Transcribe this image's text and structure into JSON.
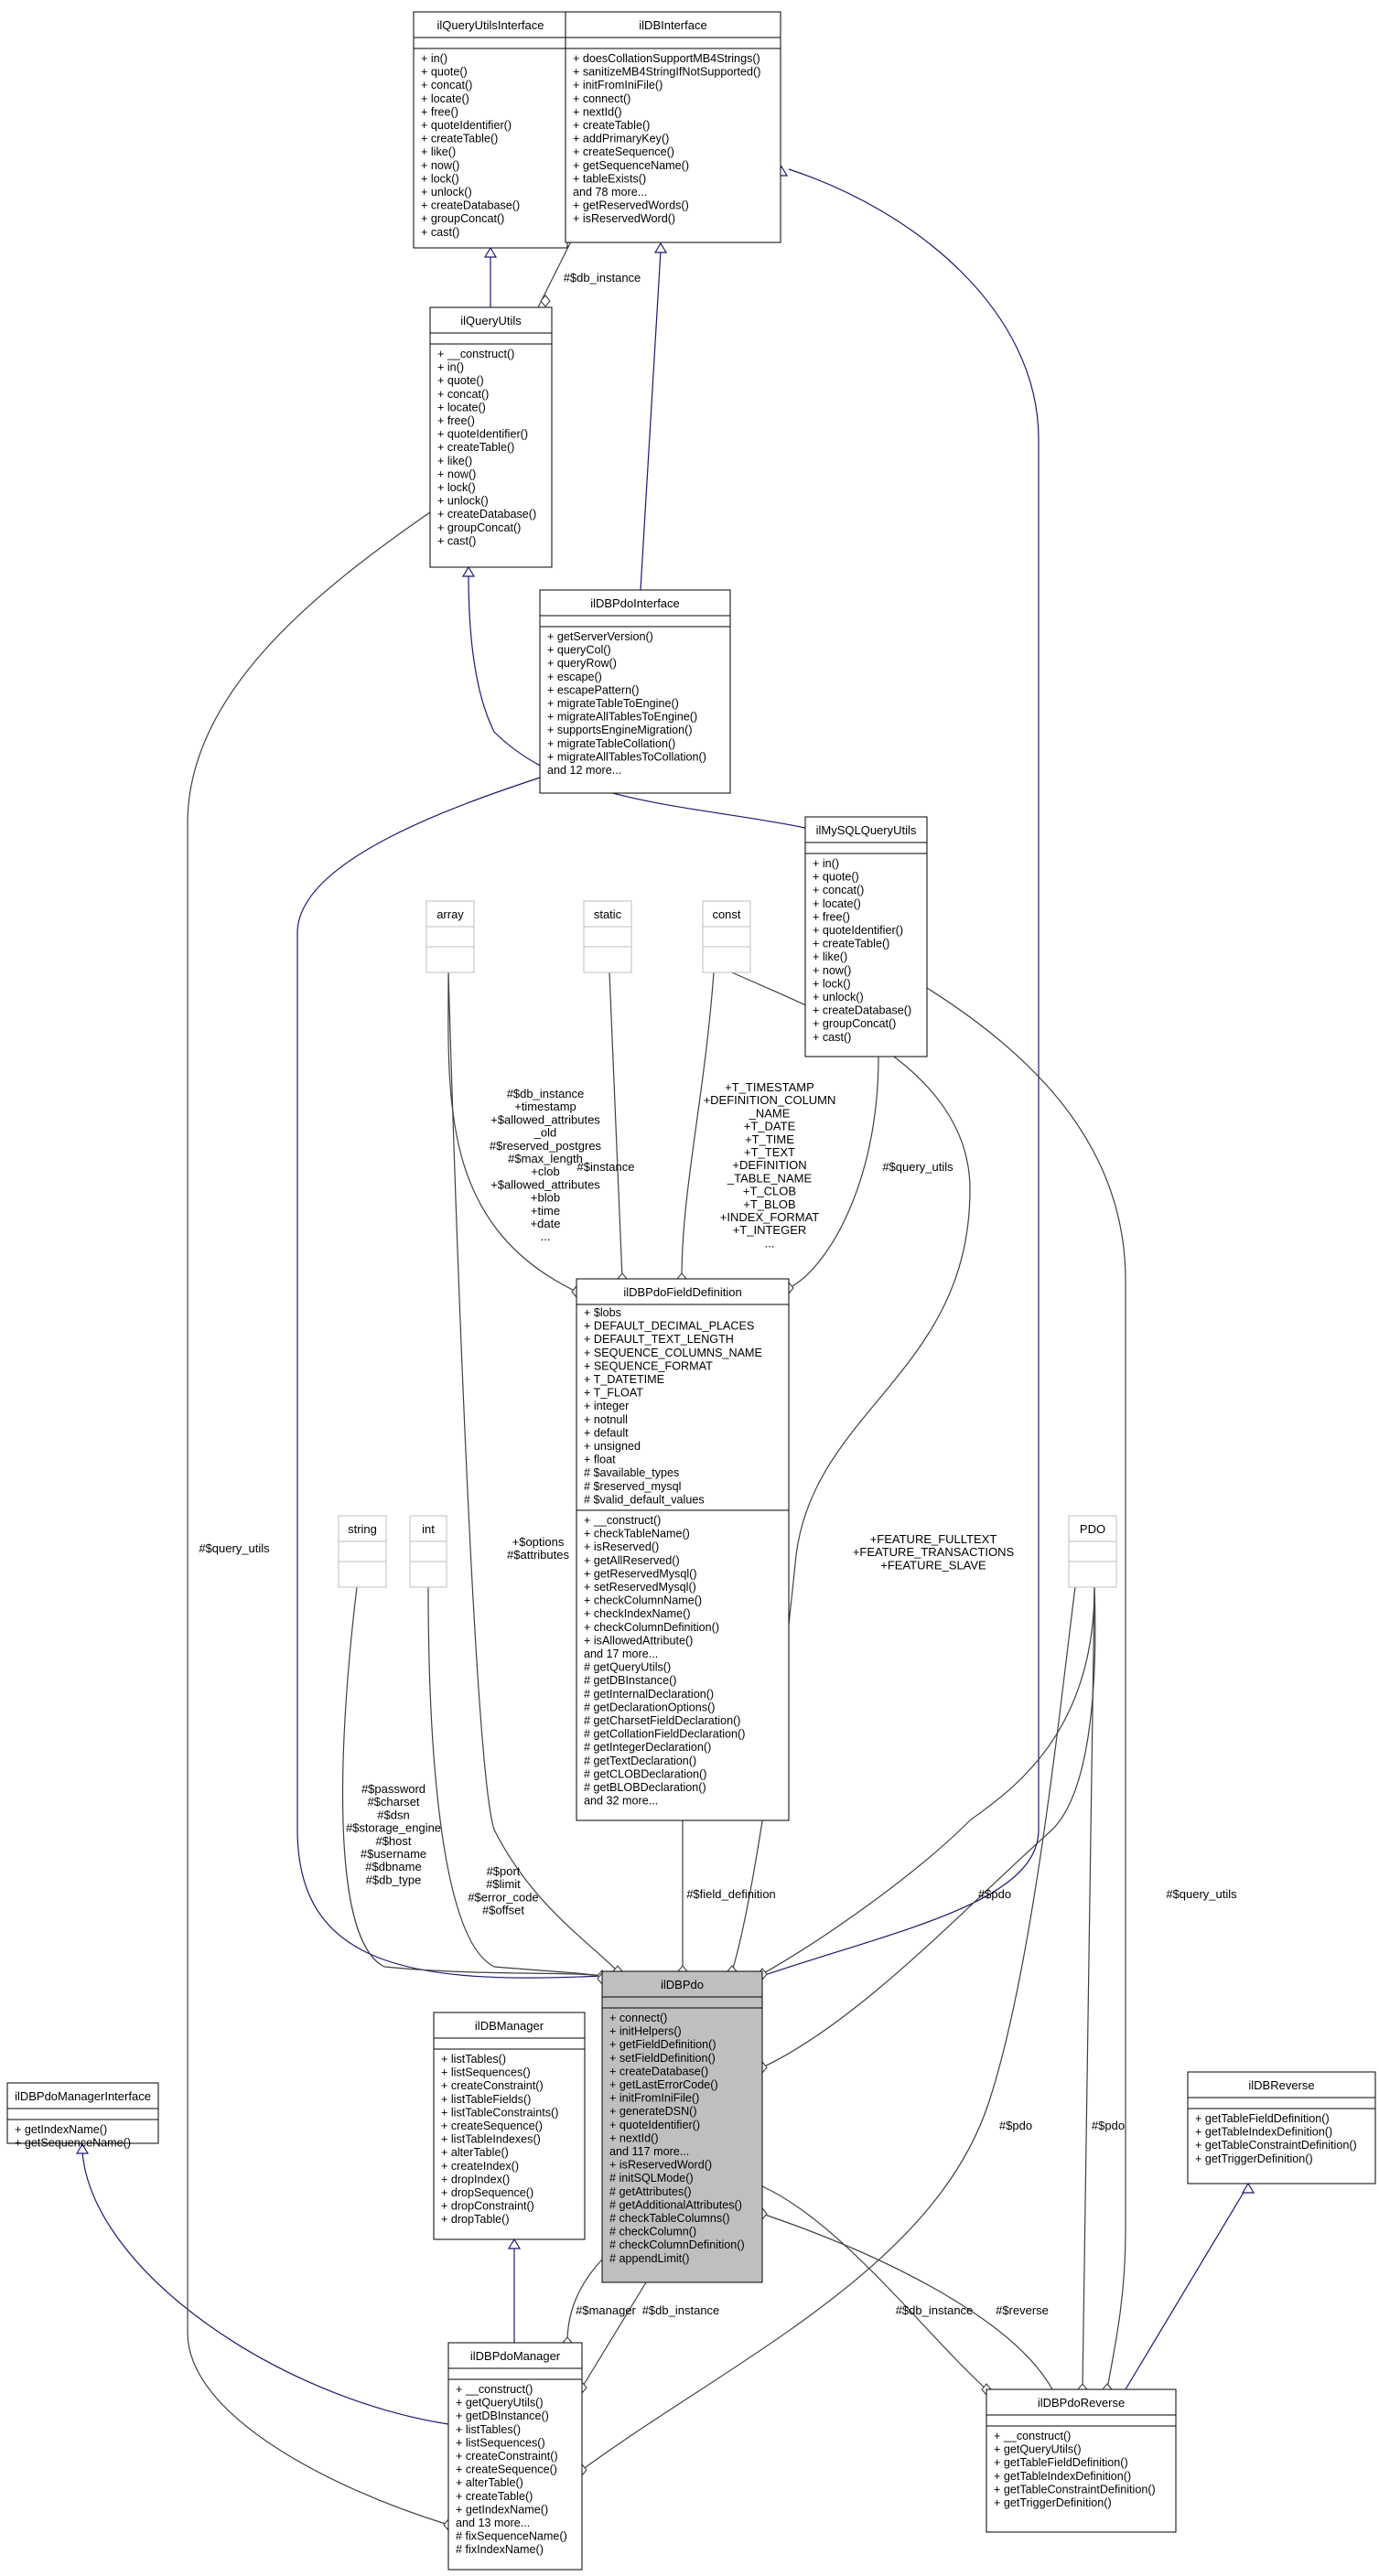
{
  "classes": [
    {
      "id": "ilQueryUtilsInterface",
      "title": "ilQueryUtilsInterface",
      "highlight": false,
      "attributes": [],
      "methods": [
        "+ in()",
        "+ quote()",
        "+ concat()",
        "+ locate()",
        "+ free()",
        "+ quoteIdentifier()",
        "+ createTable()",
        "+ like()",
        "+ now()",
        "+ lock()",
        "+ unlock()",
        "+ createDatabase()",
        "+ groupConcat()",
        "+ cast()"
      ]
    },
    {
      "id": "ilDBInterface",
      "title": "ilDBInterface",
      "highlight": false,
      "attributes": [],
      "methods": [
        "+ doesCollationSupportMB4Strings()",
        "+ sanitizeMB4StringIfNotSupported()",
        "+ initFromIniFile()",
        "+ connect()",
        "+ nextId()",
        "+ createTable()",
        "+ addPrimaryKey()",
        "+ createSequence()",
        "+ getSequenceName()",
        "+ tableExists()",
        "and 78 more...",
        "+ getReservedWords()",
        "+ isReservedWord()"
      ]
    },
    {
      "id": "ilQueryUtils",
      "title": "ilQueryUtils",
      "highlight": false,
      "attributes": [],
      "methods": [
        "+ __construct()",
        "+ in()",
        "+ quote()",
        "+ concat()",
        "+ locate()",
        "+ free()",
        "+ quoteIdentifier()",
        "+ createTable()",
        "+ like()",
        "+ now()",
        "+ lock()",
        "+ unlock()",
        "+ createDatabase()",
        "+ groupConcat()",
        "+ cast()"
      ]
    },
    {
      "id": "ilDBPdoInterface",
      "title": "ilDBPdoInterface",
      "highlight": false,
      "attributes": [],
      "methods": [
        "+ getServerVersion()",
        "+ queryCol()",
        "+ queryRow()",
        "+ escape()",
        "+ escapePattern()",
        "+ migrateTableToEngine()",
        "+ migrateAllTablesToEngine()",
        "+ supportsEngineMigration()",
        "+ migrateTableCollation()",
        "+ migrateAllTablesToCollation()",
        "and 12 more..."
      ]
    },
    {
      "id": "ilMySQLQueryUtils",
      "title": "ilMySQLQueryUtils",
      "highlight": false,
      "attributes": [],
      "methods": [
        "+ in()",
        "+ quote()",
        "+ concat()",
        "+ locate()",
        "+ free()",
        "+ quoteIdentifier()",
        "+ createTable()",
        "+ like()",
        "+ now()",
        "+ lock()",
        "+ unlock()",
        "+ createDatabase()",
        "+ groupConcat()",
        "+ cast()"
      ]
    },
    {
      "id": "array",
      "title": "array",
      "grey": true,
      "attributes": [],
      "methods": []
    },
    {
      "id": "static",
      "title": "static",
      "grey": true,
      "attributes": [],
      "methods": []
    },
    {
      "id": "const",
      "title": "const",
      "grey": true,
      "attributes": [],
      "methods": []
    },
    {
      "id": "string",
      "title": "string",
      "grey": true,
      "attributes": [],
      "methods": []
    },
    {
      "id": "int",
      "title": "int",
      "grey": true,
      "attributes": [],
      "methods": []
    },
    {
      "id": "PDO",
      "title": "PDO",
      "grey": true,
      "attributes": [],
      "methods": []
    },
    {
      "id": "ilDBPdoFieldDefinition",
      "title": "ilDBPdoFieldDefinition",
      "highlight": false,
      "attributes": [
        "+ $lobs",
        "+ DEFAULT_DECIMAL_PLACES",
        "+ DEFAULT_TEXT_LENGTH",
        "+ SEQUENCE_COLUMNS_NAME",
        "+ SEQUENCE_FORMAT",
        "+ T_DATETIME",
        "+ T_FLOAT",
        "+ integer",
        "+ notnull",
        "+ default",
        "+ unsigned",
        "+ float",
        "# $available_types",
        "# $reserved_mysql",
        "# $valid_default_values"
      ],
      "methods": [
        "+ __construct()",
        "+ checkTableName()",
        "+ isReserved()",
        "+ getAllReserved()",
        "+ getReservedMysql()",
        "+ setReservedMysql()",
        "+ checkColumnName()",
        "+ checkIndexName()",
        "+ checkColumnDefinition()",
        "+ isAllowedAttribute()",
        "and 17 more...",
        "# getQueryUtils()",
        "# getDBInstance()",
        "# getInternalDeclaration()",
        "# getDeclarationOptions()",
        "# getCharsetFieldDeclaration()",
        "# getCollationFieldDeclaration()",
        "# getIntegerDeclaration()",
        "# getTextDeclaration()",
        "# getCLOBDeclaration()",
        "# getBLOBDeclaration()",
        "and 32 more..."
      ]
    },
    {
      "id": "ilDBPdo",
      "title": "ilDBPdo",
      "highlight": true,
      "attributes": [],
      "methods": [
        "+ connect()",
        "+ initHelpers()",
        "+ getFieldDefinition()",
        "+ setFieldDefinition()",
        "+ createDatabase()",
        "+ getLastErrorCode()",
        "+ initFromIniFile()",
        "+ generateDSN()",
        "+ quoteIdentifier()",
        "+ nextId()",
        "and 117 more...",
        "+ isReservedWord()",
        "# initSQLMode()",
        "# getAttributes()",
        "# getAdditionalAttributes()",
        "# checkTableColumns()",
        "# checkColumn()",
        "# checkColumnDefinition()",
        "# appendLimit()"
      ]
    },
    {
      "id": "ilDBManager",
      "title": "ilDBManager",
      "highlight": false,
      "attributes": [],
      "methods": [
        "+ listTables()",
        "+ listSequences()",
        "+ createConstraint()",
        "+ listTableFields()",
        "+ listTableConstraints()",
        "+ createSequence()",
        "+ listTableIndexes()",
        "+ alterTable()",
        "+ createIndex()",
        "+ dropIndex()",
        "+ dropSequence()",
        "+ dropConstraint()",
        "+ dropTable()"
      ]
    },
    {
      "id": "ilDBPdoManagerInterface",
      "title": "ilDBPdoManagerInterface",
      "highlight": false,
      "attributes": [],
      "methods": [
        "+ getIndexName()",
        "+ getSequenceName()"
      ]
    },
    {
      "id": "ilDBReverse",
      "title": "ilDBReverse",
      "highlight": false,
      "attributes": [],
      "methods": [
        "+ getTableFieldDefinition()",
        "+ getTableIndexDefinition()",
        "+ getTableConstraintDefinition()",
        "+ getTriggerDefinition()"
      ]
    },
    {
      "id": "ilDBPdoManager",
      "title": "ilDBPdoManager",
      "highlight": false,
      "attributes": [],
      "methods": [
        "+ __construct()",
        "+ getQueryUtils()",
        "+ getDBInstance()",
        "+ listTables()",
        "+ listSequences()",
        "+ createConstraint()",
        "+ createSequence()",
        "+ alterTable()",
        "+ createTable()",
        "+ getIndexName()",
        "and 13 more...",
        "# fixSequenceName()",
        "# fixIndexName()"
      ]
    },
    {
      "id": "ilDBPdoReverse",
      "title": "ilDBPdoReverse",
      "highlight": false,
      "attributes": [],
      "methods": [
        "+ __construct()",
        "+ getQueryUtils()",
        "+ getTableFieldDefinition()",
        "+ getTableIndexDefinition()",
        "+ getTableConstraintDefinition()",
        "+ getTriggerDefinition()"
      ]
    }
  ],
  "edge_labels": [
    {
      "id": "lbl-db-instance-top",
      "lines": [
        "#$db_instance"
      ]
    },
    {
      "id": "lbl-array-fd",
      "lines": [
        "#$db_instance",
        "+timestamp",
        "+$allowed_attributes",
        "_old",
        "#$reserved_postgres",
        "#$max_length",
        "+clob",
        "+$allowed_attributes",
        "+blob",
        "+time",
        "+date",
        "..."
      ]
    },
    {
      "id": "lbl-static-fd",
      "lines": [
        "#$instance"
      ]
    },
    {
      "id": "lbl-const-fd",
      "lines": [
        "+T_TIMESTAMP",
        "+DEFINITION_COLUMN",
        "_NAME",
        "+T_DATE",
        "+T_TIME",
        "+T_TEXT",
        "+DEFINITION",
        "_TABLE_NAME",
        "+T_CLOB",
        "+T_BLOB",
        "+INDEX_FORMAT",
        "+T_INTEGER",
        "..."
      ]
    },
    {
      "id": "lbl-mysql-fd",
      "lines": [
        "#$query_utils"
      ]
    },
    {
      "id": "lbl-array-pdo",
      "lines": [
        "+$options",
        "#$attributes"
      ]
    },
    {
      "id": "lbl-const-pdo",
      "lines": [
        "+FEATURE_FULLTEXT",
        "+FEATURE_TRANSACTIONS",
        "+FEATURE_SLAVE"
      ]
    },
    {
      "id": "lbl-qu-manager",
      "lines": [
        "#$query_utils"
      ]
    },
    {
      "id": "lbl-string-pdo",
      "lines": [
        "#$password",
        "#$charset",
        "#$dsn",
        "#$storage_engine",
        "#$host",
        "#$username",
        "#$dbname",
        "#$db_type"
      ]
    },
    {
      "id": "lbl-int-pdo",
      "lines": [
        "#$port",
        "#$limit",
        "#$error_code",
        "#$offset"
      ]
    },
    {
      "id": "lbl-fd-pdo",
      "lines": [
        "#$field_definition"
      ]
    },
    {
      "id": "lbl-pdo-pdo",
      "lines": [
        "#$pdo"
      ]
    },
    {
      "id": "lbl-mysql-reverse",
      "lines": [
        "#$query_utils"
      ]
    },
    {
      "id": "lbl-pdo-manager",
      "lines": [
        "#$pdo"
      ]
    },
    {
      "id": "lbl-pdo-reverse",
      "lines": [
        "#$pdo"
      ]
    },
    {
      "id": "lbl-manager",
      "lines": [
        "#$manager"
      ]
    },
    {
      "id": "lbl-db-instance-manager",
      "lines": [
        "#$db_instance"
      ]
    },
    {
      "id": "lbl-db-instance-reverse",
      "lines": [
        "#$db_instance"
      ]
    },
    {
      "id": "lbl-reverse",
      "lines": [
        "#$reverse"
      ]
    }
  ],
  "colors": {
    "inherit_edge": "#191970",
    "assoc_edge": "#404040",
    "highlight_fill": "#bfbfbf",
    "grey_box": "#bfbfbf"
  }
}
